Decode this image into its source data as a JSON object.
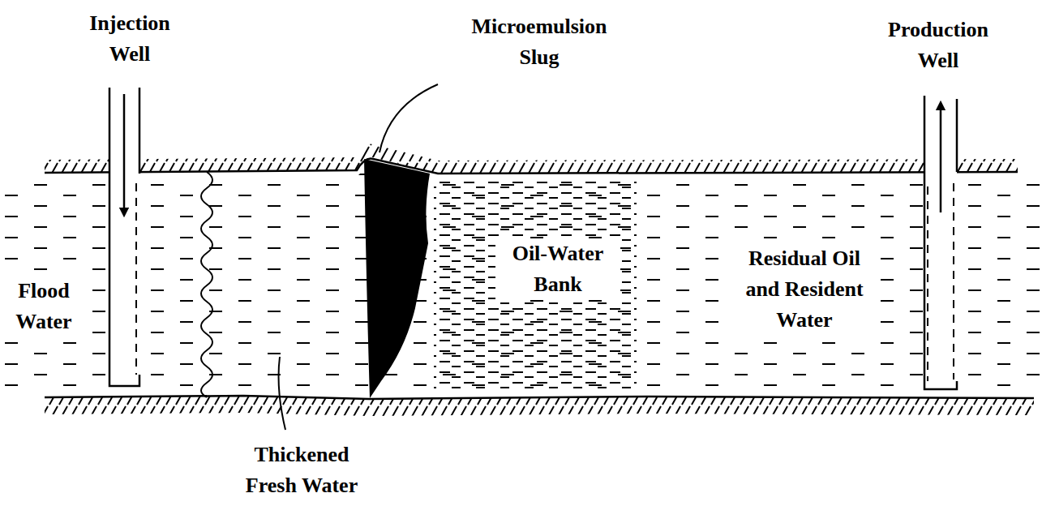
{
  "diagram": {
    "labels": [
      "Injection Well",
      "Microemulsion Slug",
      "Production Well",
      "Flood Water",
      "Oil-Water Bank",
      "Residual Oil and Resident Water",
      "Thickened Fresh Water"
    ]
  }
}
